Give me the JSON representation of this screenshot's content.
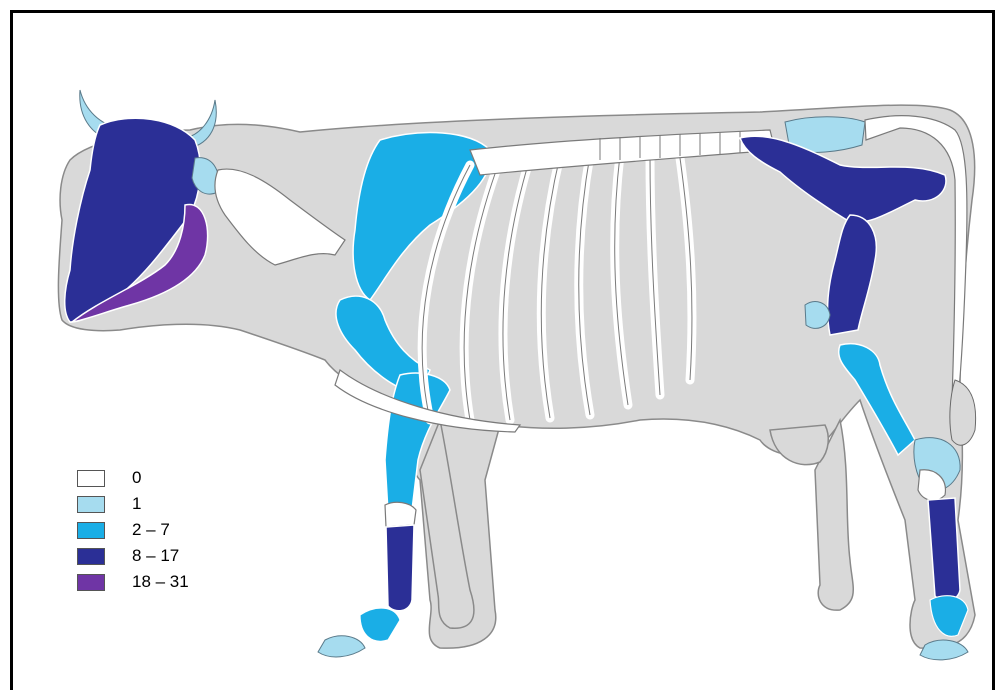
{
  "colors": {
    "silhouette": "#d9d9d9",
    "outline": "#7a7a7a",
    "bone_white": "#ffffff",
    "light_blue": "#a6dcef",
    "mid_blue": "#1aaee6",
    "dark_blue": "#2b2f96",
    "purple": "#6f35a5"
  },
  "legend": {
    "items": [
      {
        "label": "0",
        "color": "#ffffff"
      },
      {
        "label": "1",
        "color": "#a6dcef"
      },
      {
        "label": "2 – 7",
        "color": "#1aaee6"
      },
      {
        "label": "8 – 17",
        "color": "#2b2f96"
      },
      {
        "label": "18 – 31",
        "color": "#6f35a5"
      }
    ]
  }
}
